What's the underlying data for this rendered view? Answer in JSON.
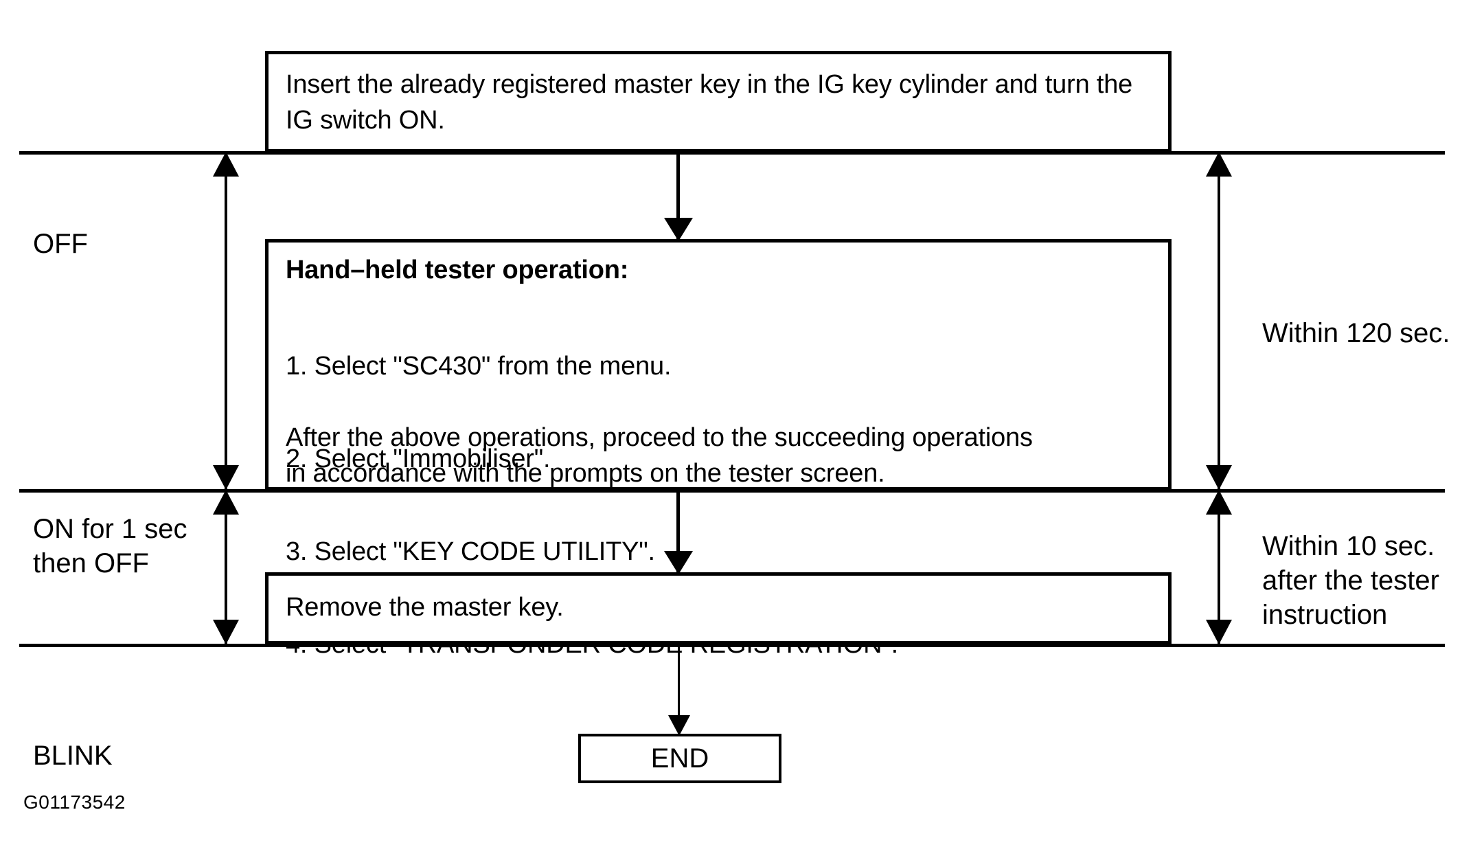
{
  "diagram": {
    "reference_code": "G01173542",
    "boxes": [
      {
        "id": "step-1",
        "text": "Insert the already registered master key in the IG key cylinder and turn the IG switch ON."
      },
      {
        "id": "step-2",
        "heading": "Hand–held tester operation:",
        "steps": [
          "1. Select \"SC430\" from the menu.",
          "2. Select \"Immobiliser\".",
          "3. Select \"KEY CODE UTILITY\".",
          "4. Select \"TRANSPONDER CODE REGISTRATION\"."
        ],
        "footer_line_1": "After the above operations, proceed to the succeeding operations",
        "footer_line_2": "in accordance with the prompts on the tester screen."
      },
      {
        "id": "step-3",
        "text": "Remove the master key."
      },
      {
        "id": "end",
        "text": "END"
      }
    ],
    "left_labels": [
      {
        "id": "state-off",
        "text": "OFF"
      },
      {
        "id": "state-on-1-sec",
        "text": "ON for 1 sec\nthen OFF"
      },
      {
        "id": "state-blink",
        "text": "BLINK"
      }
    ],
    "right_labels": [
      {
        "id": "timing-120",
        "text": "Within 120 sec."
      },
      {
        "id": "timing-10",
        "text": "Within 10 sec.\nafter the tester\ninstruction"
      }
    ],
    "colors": {
      "ink": "#000000",
      "paper": "#ffffff"
    }
  }
}
